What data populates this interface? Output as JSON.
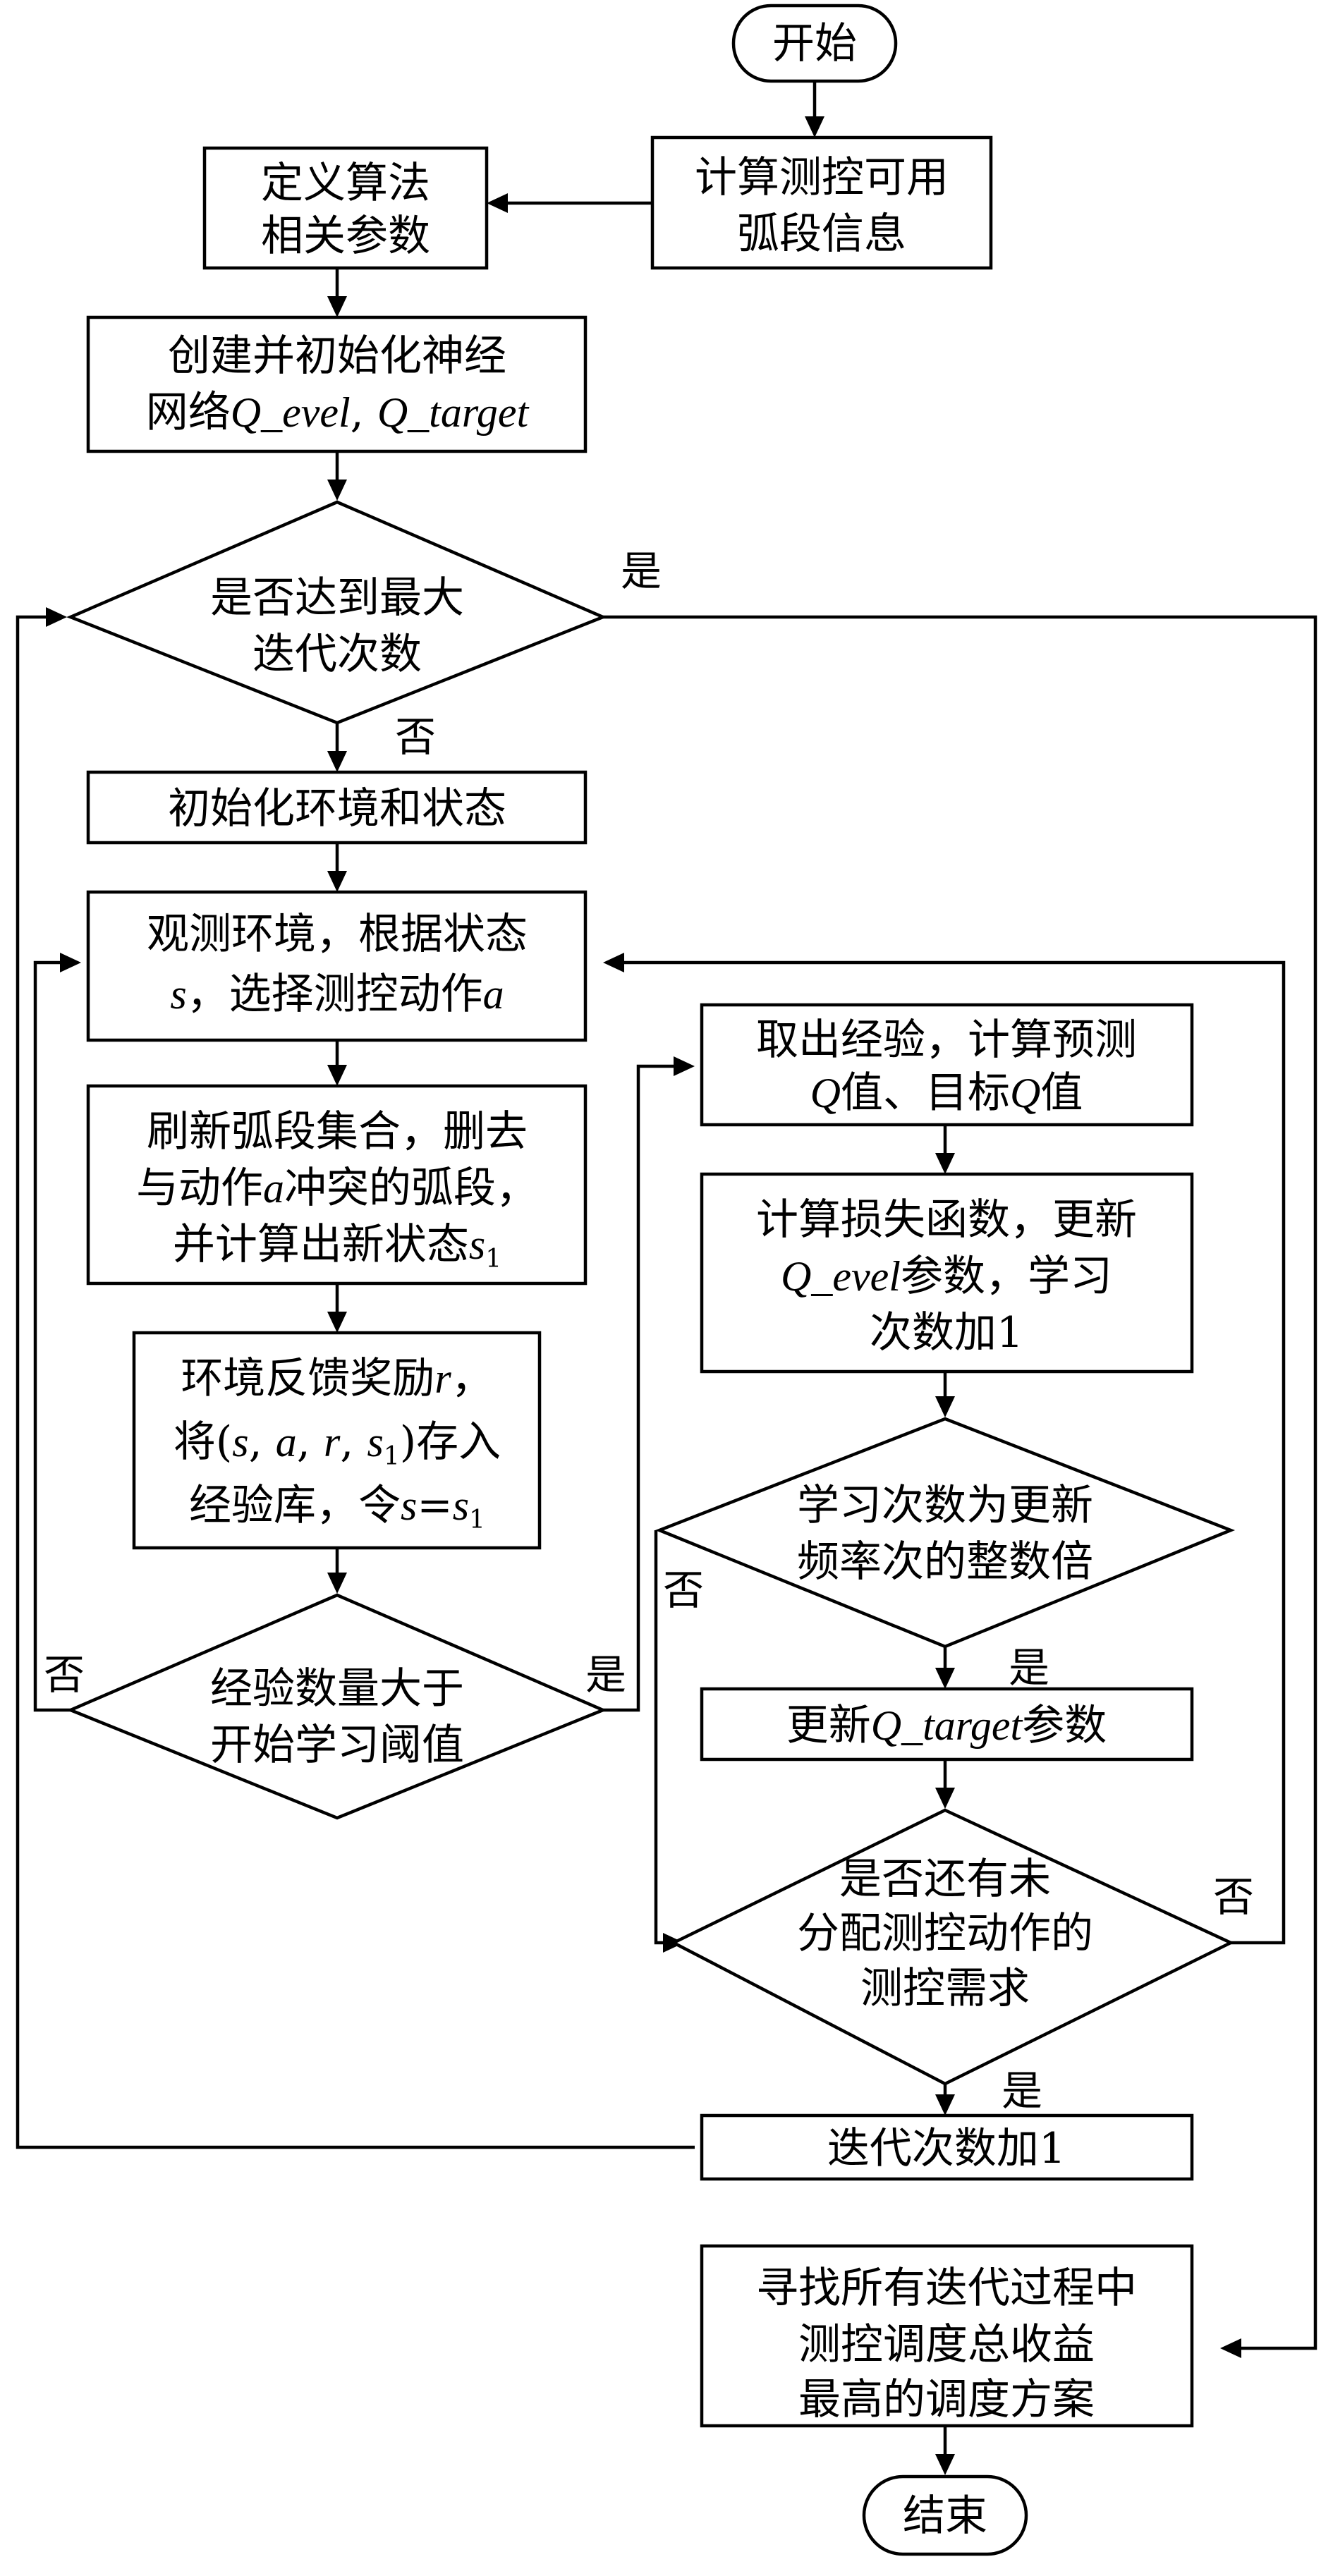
{
  "nodes": {
    "start": "开始",
    "calc_arc": [
      "计算测控可用",
      "弧段信息"
    ],
    "define_params": [
      "定义算法",
      "相关参数"
    ],
    "create_net_1": "创建并初始化神经",
    "create_net_2a": "网络",
    "create_net_q_evel": "Q_evel",
    "create_net_sep": ", ",
    "create_net_q_target": "Q_target",
    "max_iter": [
      "是否达到最大",
      "迭代次数"
    ],
    "init_env": "初始化环境和状态",
    "observe_1": "观测环境，根据状态",
    "observe_s": "s",
    "observe_2": "，选择测控动作",
    "observe_a": "a",
    "refresh_1": "刷新弧段集合，删去",
    "refresh_2a": "与动作",
    "refresh_2b": "冲突的弧段，",
    "refresh_3": "并计算出新状态",
    "reward_1": "环境反馈奖励",
    "reward_r": "r",
    "reward_1b": "，",
    "reward_2a": "将(",
    "reward_2b": ", ",
    "reward_2c": ")存入",
    "reward_3a": "经验库，令",
    "reward_3b": "=",
    "exp_check": [
      "经验数量大于",
      "开始学习阈值"
    ],
    "sample_1": "取出经验，计算预测",
    "sample_q": "Q",
    "sample_2a": "值、目标",
    "sample_2b": "值",
    "loss_1": "计算损失函数，更新",
    "loss_2b": "参数，学习",
    "loss_3": "次数加1",
    "freq_check": [
      "学习次数为更新",
      "频率次的整数倍"
    ],
    "update_target_a": "更新",
    "update_target_b": "参数",
    "remaining_check": [
      "是否还有未",
      "分配测控动作的",
      "测控需求"
    ],
    "iter_add": "迭代次数加1",
    "find_best": [
      "寻找所有迭代过程中",
      "测控调度总收益",
      "最高的调度方案"
    ],
    "end": "结束"
  },
  "symbols": {
    "s1_base": "s",
    "s1_sub": "1"
  },
  "edge_labels": {
    "yes": "是",
    "no": "否"
  }
}
